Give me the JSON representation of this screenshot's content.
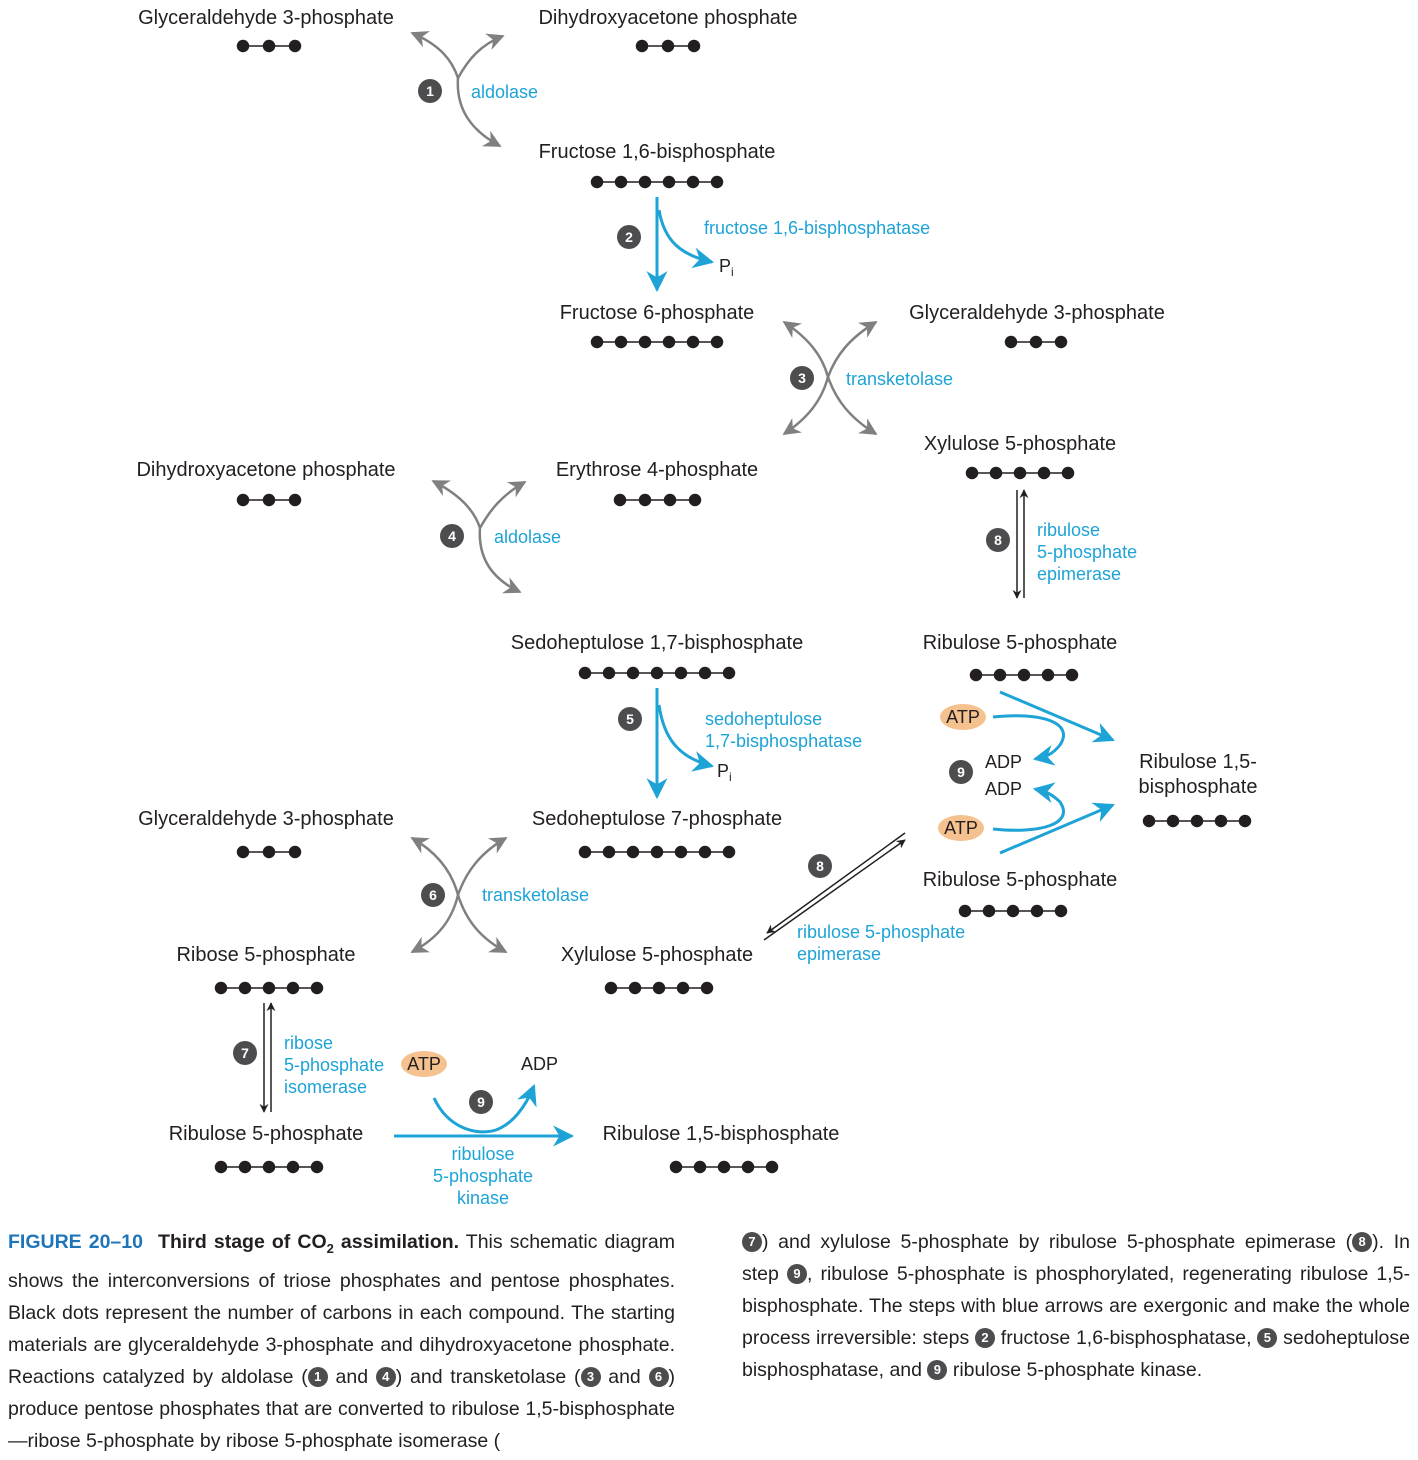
{
  "compounds": {
    "gap1": "Glyceraldehyde 3-phosphate",
    "dhap1": "Dihydroxyacetone phosphate",
    "fbp": "Fructose 1,6-bisphosphate",
    "f6p": "Fructose 6-phosphate",
    "gap2": "Glyceraldehyde 3-phosphate",
    "xu5p1": "Xylulose 5-phosphate",
    "dhap2": "Dihydroxyacetone phosphate",
    "e4p": "Erythrose 4-phosphate",
    "sbp": "Sedoheptulose 1,7-bisphosphate",
    "ru5p1": "Ribulose 5-phosphate",
    "gap3": "Glyceraldehyde 3-phosphate",
    "s7p": "Sedoheptulose 7-phosphate",
    "ru5p2": "Ribulose 5-phosphate",
    "r5p": "Ribose 5-phosphate",
    "xu5p2": "Xylulose 5-phosphate",
    "ru5p3": "Ribulose 5-phosphate",
    "rubp1": "Ribulose 1,5-bisphosphate",
    "rubp2_line1": "Ribulose 1,5-",
    "rubp2_line2": "bisphosphate"
  },
  "enzymes": {
    "aldolase_1": "aldolase",
    "fbpase": "fructose 1,6-bisphosphatase",
    "transketolase_3": "transketolase",
    "aldolase_4": "aldolase",
    "epimerase_8a_line1": "ribulose",
    "epimerase_8a_line2": "5-phosphate",
    "epimerase_8a_line3": "epimerase",
    "sbpase_line1": "sedoheptulose",
    "sbpase_line2": "1,7-bisphosphatase",
    "transketolase_6": "transketolase",
    "epimerase_8b_line1": "ribulose 5-phosphate",
    "epimerase_8b_line2": "epimerase",
    "isomerase_line1": "ribose",
    "isomerase_line2": "5-phosphate",
    "isomerase_line3": "isomerase",
    "kinase_line1": "ribulose",
    "kinase_line2": "5-phosphate",
    "kinase_line3": "kinase"
  },
  "cofactors": {
    "pi": "P",
    "pi_sub": "i",
    "atp": "ATP",
    "adp": "ADP"
  },
  "steps": [
    "1",
    "2",
    "3",
    "4",
    "5",
    "6",
    "7",
    "8",
    "9"
  ],
  "caption": {
    "label": "FIGURE 20–10",
    "title_pre": "Third stage of CO",
    "title_sub": "2",
    "title_post": " assimilation.",
    "t1": " This schematic diagram shows the interconversions of triose phosphates and pentose phosphates. Black dots represent the number of carbons in each compound. The starting materials are glyceraldehyde 3-phosphate and dihydroxyacetone phosphate. Reactions catalyzed by aldolase (",
    "t2": " and ",
    "t3": ") and transketolase (",
    "t4": " and ",
    "t5": ") produce pentose phosphates that are converted to ribulose 1,5-bisphosphate—ribose 5-phosphate by ribose 5-phosphate isomerase (",
    "t6": ") and xylulose 5-phosphate by ribulose 5-phosphate epimerase (",
    "t7": "). In step ",
    "t8": ", ribulose 5-phosphate is phosphorylated, regenerating ribulose 1,5-bisphosphate. The steps with blue arrows are exergonic and make the whole process irreversible: steps ",
    "t9": " fructose 1,6-bisphosphatase, ",
    "t10": " sedoheptulose bisphosphatase, and ",
    "t11": " ribulose 5-phosphate kinase."
  },
  "colors": {
    "blue_arrow": "#1ea3d6",
    "gray_arrow": "#808080",
    "step_circle": "#4d4d4f",
    "atp_fill": "#f5c28f",
    "figure_label": "#1f75b9"
  }
}
